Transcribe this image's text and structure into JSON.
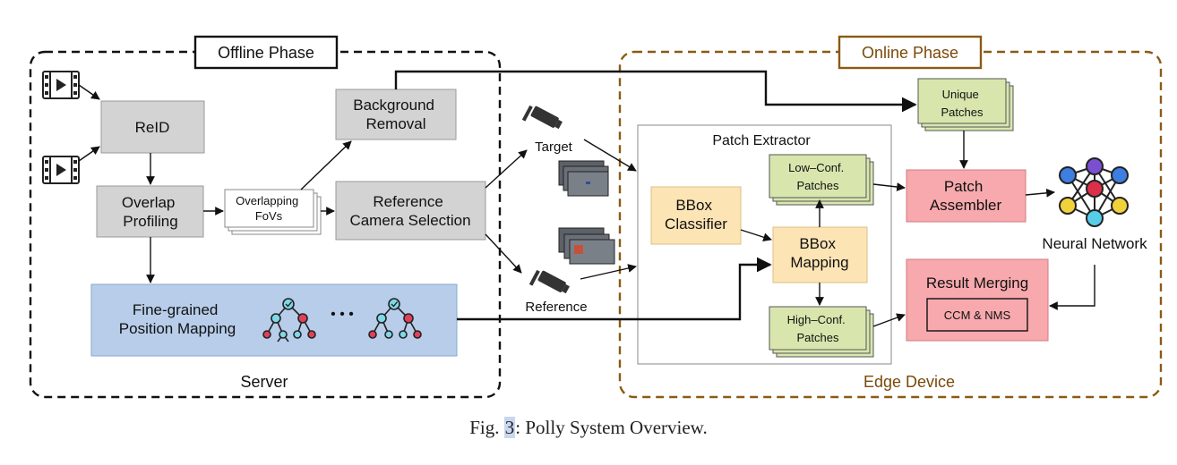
{
  "phases": {
    "offline_label": "Offline Phase",
    "online_label": "Online Phase",
    "server_label": "Server",
    "edge_label": "Edge Device"
  },
  "boxes": {
    "reid": "ReID",
    "overlap_profiling": [
      "Overlap",
      "Profiling"
    ],
    "overlapping_fovs": [
      "Overlapping",
      "FoVs"
    ],
    "background_removal": [
      "Background",
      "Removal"
    ],
    "reference_camera_selection": [
      "Reference",
      "Camera Selection"
    ],
    "fine_grained": [
      "Fine-grained",
      "Position Mapping"
    ],
    "ellipsis": "• • •",
    "patch_extractor": "Patch Extractor",
    "bbox_classifier": [
      "BBox",
      "Classifier"
    ],
    "bbox_mapping": [
      "BBox",
      "Mapping"
    ],
    "low_conf_patches": [
      "Low–Conf.",
      "Patches"
    ],
    "high_conf_patches": [
      "High–Conf.",
      "Patches"
    ],
    "unique_patches": [
      "Unique",
      "Patches"
    ],
    "patch_assembler": [
      "Patch",
      "Assembler"
    ],
    "result_merging": "Result Merging",
    "ccm_nms": "CCM & NMS",
    "neural_network": "Neural Network"
  },
  "cameras": {
    "target_label": "Target",
    "reference_label": "Reference"
  },
  "caption": {
    "prefix": "Fig. ",
    "number": "3",
    "suffix": ": Polly System Overview."
  },
  "colors": {
    "offline_border": "#111111",
    "online_border": "#8a5a14",
    "online_text": "#7a4a0a",
    "gray_box": "#d3d3d3",
    "blue_box": "#b7cde9",
    "yellow_box": "#fde4b4",
    "green_box": "#d8e6ae",
    "pink_box": "#f7a9ad",
    "node_blue": "#3d7ee0",
    "node_purple": "#7a4fd0",
    "node_red": "#dc2f4a",
    "node_yellow": "#f2d23a",
    "node_cyan": "#58cde8",
    "tree_cyan": "#7fd7e8",
    "tree_red": "#e0415a"
  }
}
